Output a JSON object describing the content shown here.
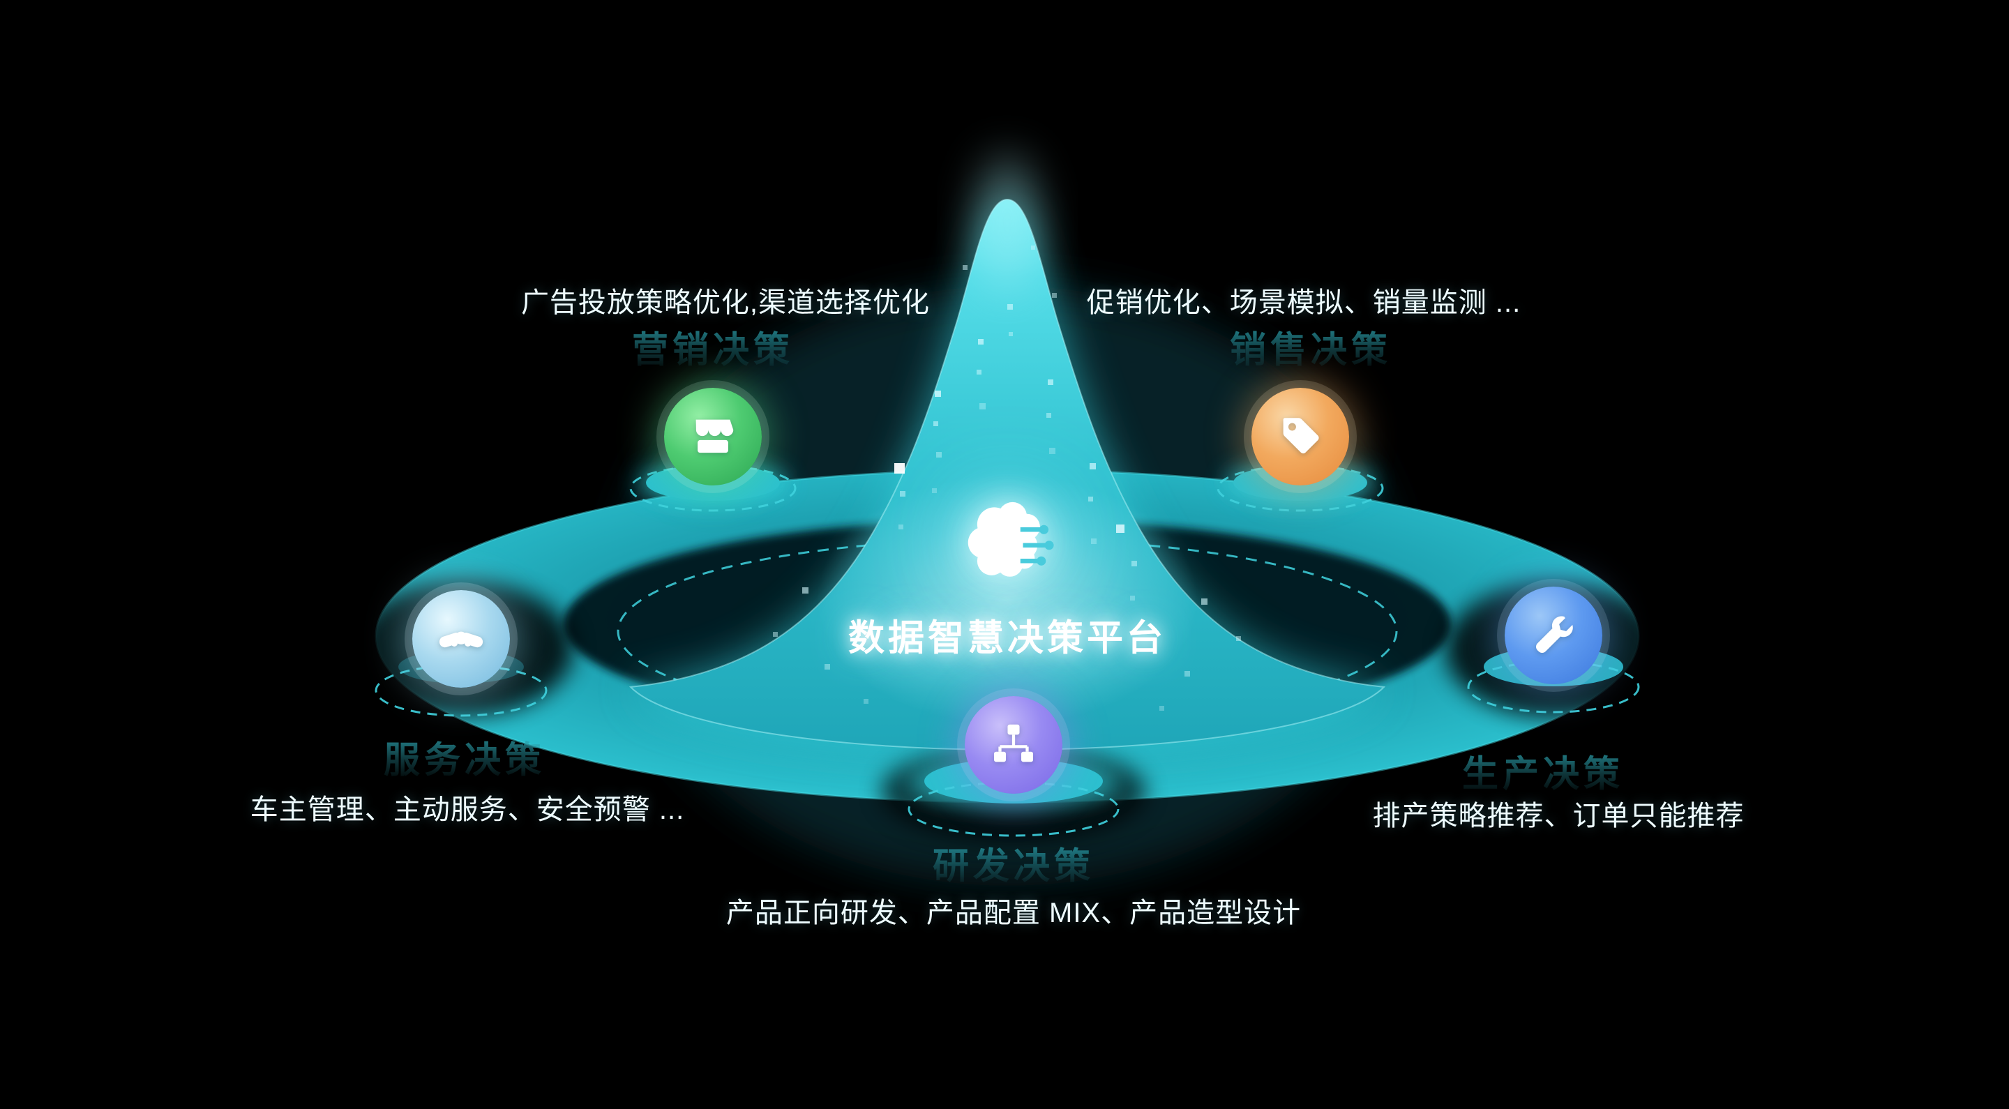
{
  "title": "数据智慧决策平台",
  "center_icon": "brain-circuit-icon",
  "colors": {
    "background": "#000000",
    "platform_teal": "#2fc0cf",
    "glow_cyan": "#49d9e5",
    "marketing_green": "#3dbf63",
    "sales_orange": "#f0a254",
    "service_blue": "#9fd6ef",
    "production_blue": "#4b8fe9",
    "rnd_purple": "#8f7df0"
  },
  "nodes": [
    {
      "id": "marketing",
      "category": "营销决策",
      "description": "广告投放策略优化,渠道选择优化",
      "icon": "storefront-icon"
    },
    {
      "id": "sales",
      "category": "销售决策",
      "description": "促销优化、场景模拟、销量监测 ...",
      "icon": "price-tag-icon"
    },
    {
      "id": "service",
      "category": "服务决策",
      "description": "车主管理、主动服务、安全预警 ...",
      "icon": "handshake-icon"
    },
    {
      "id": "production",
      "category": "生产决策",
      "description": "排产策略推荐、订单只能推荐",
      "icon": "wrench-icon"
    },
    {
      "id": "rnd",
      "category": "研发决策",
      "description": "产品正向研发、产品配置 MIX、产品造型设计",
      "icon": "org-chart-icon"
    }
  ]
}
